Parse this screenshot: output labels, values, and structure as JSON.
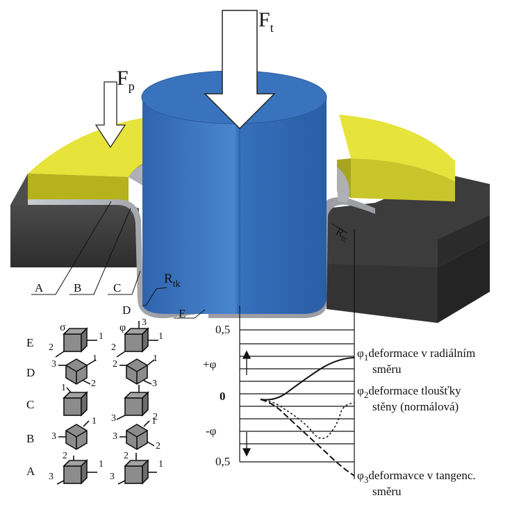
{
  "forces": {
    "main": {
      "symbol": "F",
      "subscript": "t"
    },
    "holder": {
      "symbol": "F",
      "subscript": "p"
    }
  },
  "radii": {
    "die": {
      "symbol": "R",
      "subscript": "tc"
    },
    "punch": {
      "symbol": "R",
      "subscript": "tk"
    }
  },
  "zones": [
    "A",
    "B",
    "C",
    "D",
    "E"
  ],
  "stress_table": {
    "headers": {
      "stress": "σ",
      "strain": "φ"
    },
    "rows": [
      "E",
      "D",
      "C",
      "B",
      "A"
    ],
    "axis_numbers": [
      "1",
      "2",
      "3"
    ]
  },
  "graph": {
    "top_value": "0,5",
    "bottom_value": "0,5",
    "zero_label": "0",
    "plus_label": "+φ",
    "minus_label": "-φ"
  },
  "legend": [
    {
      "symbol": "φ",
      "index": "1",
      "line1": "deformace v radiálním",
      "line2": "směru"
    },
    {
      "symbol": "φ",
      "index": "2",
      "line1": "deformace tloušťky",
      "line2": "stěny (normálová)"
    },
    {
      "symbol": "φ",
      "index": "3",
      "line1": "deformavce v tangenc.",
      "line2": "směru"
    }
  ],
  "colors": {
    "punch": "#3a6fb8",
    "blank_holder": "#e6e33a",
    "die": "#3a3a3a",
    "sheet": "#a9abb0"
  }
}
